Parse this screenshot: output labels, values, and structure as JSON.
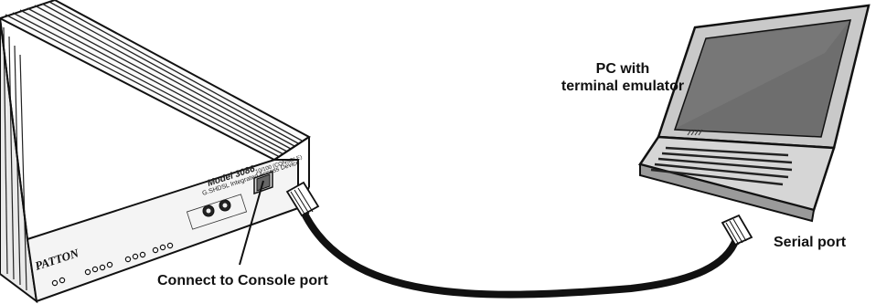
{
  "labels": {
    "pc_line1": "PC with",
    "pc_line2": "terminal emulator",
    "serial_port": "Serial port",
    "console_port": "Connect to Console port"
  },
  "device": {
    "brand": "PATTON",
    "model": "Model 3086",
    "description": "G.SHDSL Integrated Access Device",
    "console_label": "10/100 (CONSOLE)"
  },
  "icons": {
    "device": "router-device-icon",
    "laptop": "laptop-icon",
    "cable": "rj45-cable-icon"
  },
  "colors": {
    "stroke": "#111111",
    "device_face": "#f4f4f4",
    "laptop_screen": "#6e6e6e",
    "laptop_body": "#c9c9c9"
  }
}
